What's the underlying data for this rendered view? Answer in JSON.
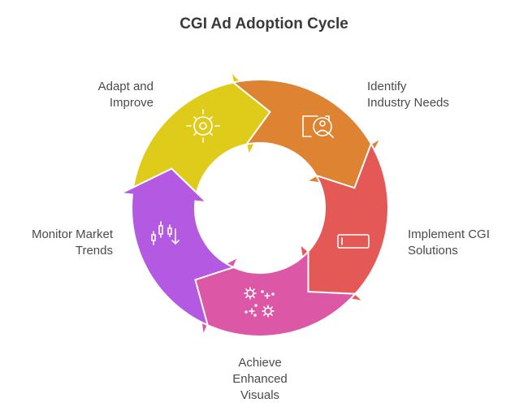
{
  "title": "CGI Ad Adoption Cycle",
  "steps": [
    {
      "label": "Identify\nIndustry Needs",
      "icon": "search-person-icon",
      "color": "#dfcb1a"
    },
    {
      "label": "Implement CGI\nSolutions",
      "icon": "screen-icon",
      "color": "#de8331"
    },
    {
      "label": "Achieve\nEnhanced\nVisuals",
      "icon": "sparkles-icon",
      "color": "#e45955"
    },
    {
      "label": "Monitor Market\nTrends",
      "icon": "candlestick-chart-icon",
      "color": "#dc57a6"
    },
    {
      "label": "Adapt and\nImprove",
      "icon": "gear-sun-icon",
      "color": "#b45ae2"
    }
  ]
}
